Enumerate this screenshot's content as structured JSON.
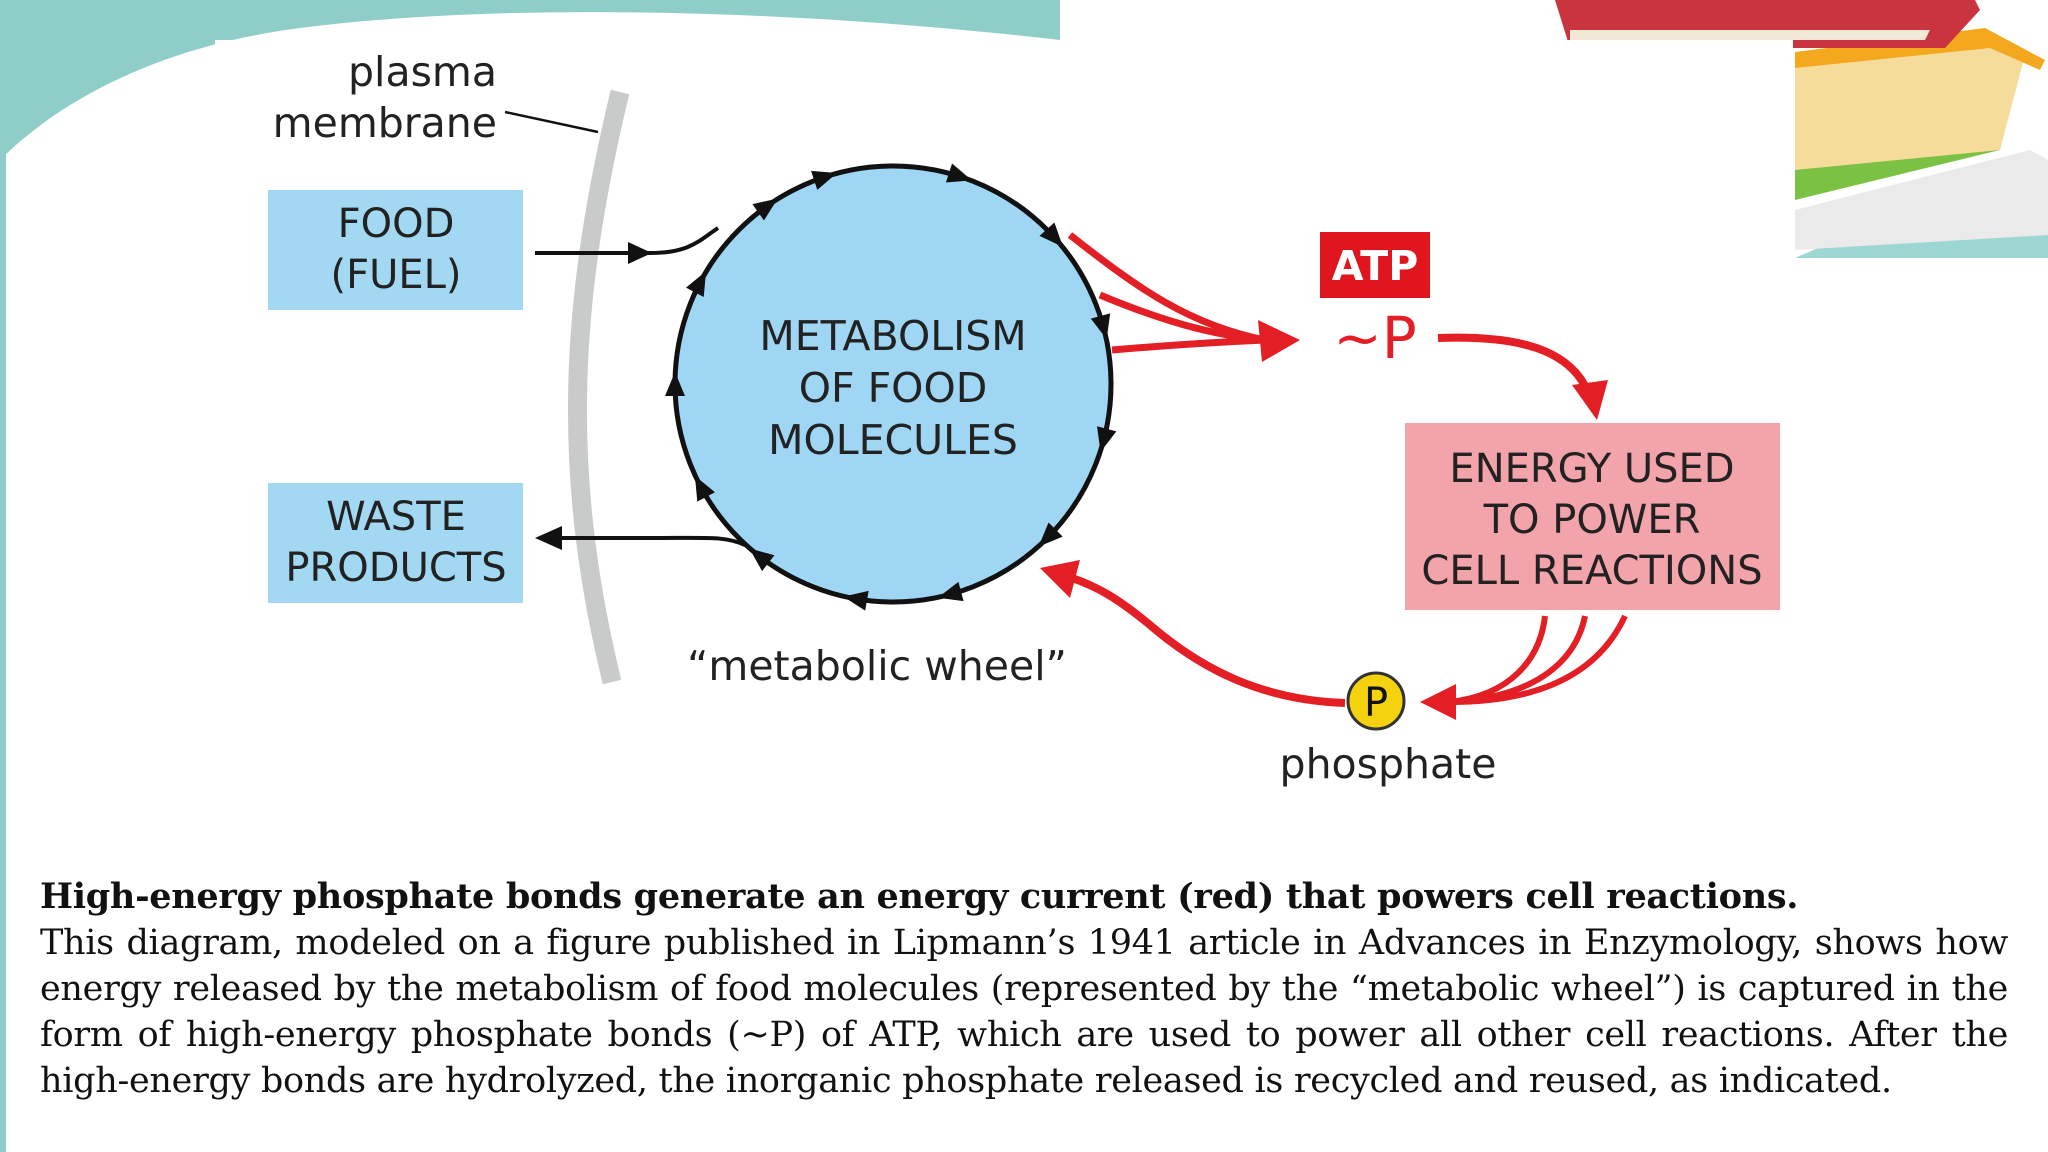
{
  "diagram": {
    "plasma_membrane_label": [
      "plasma",
      "membrane"
    ],
    "food_box": [
      "FOOD",
      "(FUEL)"
    ],
    "waste_box": [
      "WASTE",
      "PRODUCTS"
    ],
    "wheel_center": [
      "METABOLISM",
      "OF FOOD",
      "MOLECULES"
    ],
    "wheel_label": "“metabolic wheel”",
    "atp_badge": "ATP",
    "high_energy_bond": "~P",
    "energy_box": [
      "ENERGY USED",
      "TO POWER",
      "CELL REACTIONS"
    ],
    "phosphate_symbol": "P",
    "phosphate_label": "phosphate"
  },
  "caption": {
    "title": "High-energy phosphate bonds generate an energy current (red) that powers cell reactions.",
    "body": "This diagram, modeled on a figure published in Lipmann’s 1941 article in Advances in Enzymology, shows how energy released by the metabolism of food molecules (represented by the “metabolic wheel”) is captured in the form of high-energy phosphate bonds (~P) of ATP, which are used to power all other cell reactions. After the high-energy bonds are hydrolyzed, the inorganic phosphate released is recycled and reused, as indicated."
  },
  "colors": {
    "box_blue": "#a2d8f2",
    "wheel_blue": "#9fd6f4",
    "energy_pink": "#f3a3aa",
    "red": "#e31e24",
    "atp_red": "#e0161e",
    "phosphate_yellow": "#f4d20e",
    "membrane_gray": "#c9cbca",
    "slide_teal": "#8fcdc9"
  },
  "decorations": [
    "books-illustration",
    "teal-wave"
  ]
}
